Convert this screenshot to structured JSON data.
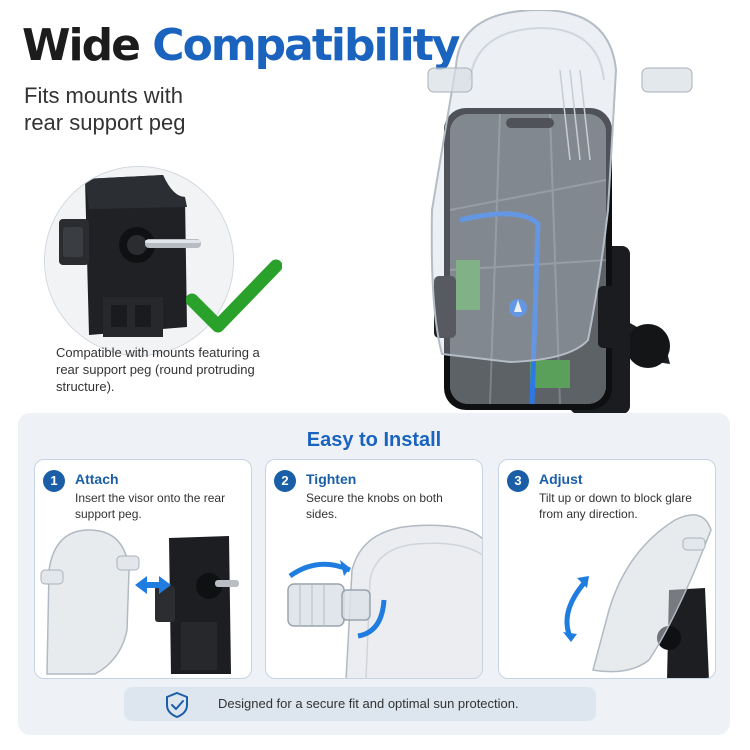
{
  "headline": {
    "part1": "Wide",
    "part2": "Compatibility"
  },
  "subhead": {
    "line1": "Fits mounts with",
    "line2": "rear support peg"
  },
  "compat": {
    "text": "Compatible with mounts featuring a rear support peg (round protruding structure)."
  },
  "install": {
    "title": "Easy to Install",
    "steps": [
      {
        "number": "1",
        "title": "Attach",
        "desc": "Insert the visor onto the rear support peg."
      },
      {
        "number": "2",
        "title": "Tighten",
        "desc": "Secure the knobs on both sides."
      },
      {
        "number": "3",
        "title": "Adjust",
        "desc": "Tilt up or down to block glare from any direction."
      }
    ],
    "banner": "Designed for a secure fit and optimal sun protection."
  },
  "icons": {
    "check": "check-mark-icon",
    "shield": "shield-check-icon",
    "arrow": "double-arrow-icon"
  },
  "colors": {
    "brand_blue": "#1a63bf",
    "check_green": "#2aa12a",
    "arrow_blue": "#1f7de0",
    "panel_bg": "#eef2f6"
  }
}
